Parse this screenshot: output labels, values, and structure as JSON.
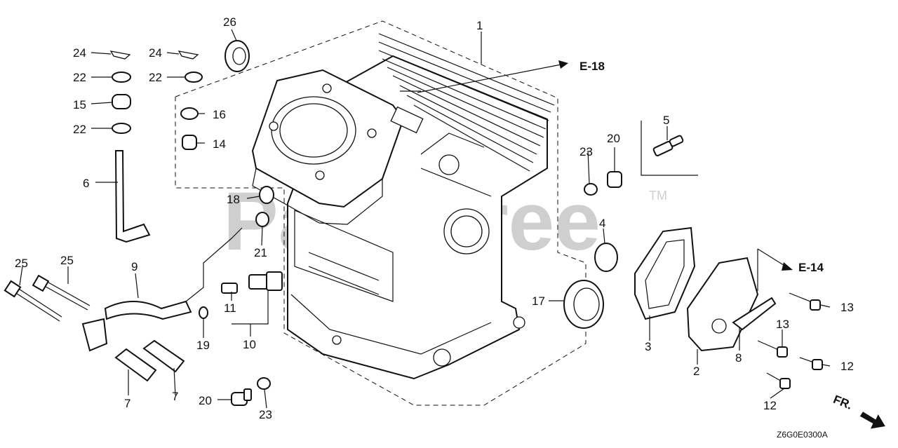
{
  "watermark": {
    "brand": "PartsTree",
    "tm": "TM"
  },
  "drawing_code": "Z6G0E0300A",
  "refs": {
    "e18": "E-18",
    "e14": "E-14",
    "fr": "FR."
  },
  "callouts": {
    "c1": "1",
    "c2": "2",
    "c3": "3",
    "c4": "4",
    "c5": "5",
    "c6": "6",
    "c7a": "7",
    "c7b": "7",
    "c8": "8",
    "c9": "9",
    "c10": "10",
    "c11": "11",
    "c12a": "12",
    "c12b": "12",
    "c13a": "13",
    "c13b": "13",
    "c14": "14",
    "c15": "15",
    "c16": "16",
    "c17": "17",
    "c18": "18",
    "c19": "19",
    "c20a": "20",
    "c20b": "20",
    "c21": "21",
    "c22a": "22",
    "c22b": "22",
    "c22c": "22",
    "c23a": "23",
    "c23b": "23",
    "c24a": "24",
    "c24b": "24",
    "c25a": "25",
    "c25b": "25",
    "c26": "26"
  }
}
